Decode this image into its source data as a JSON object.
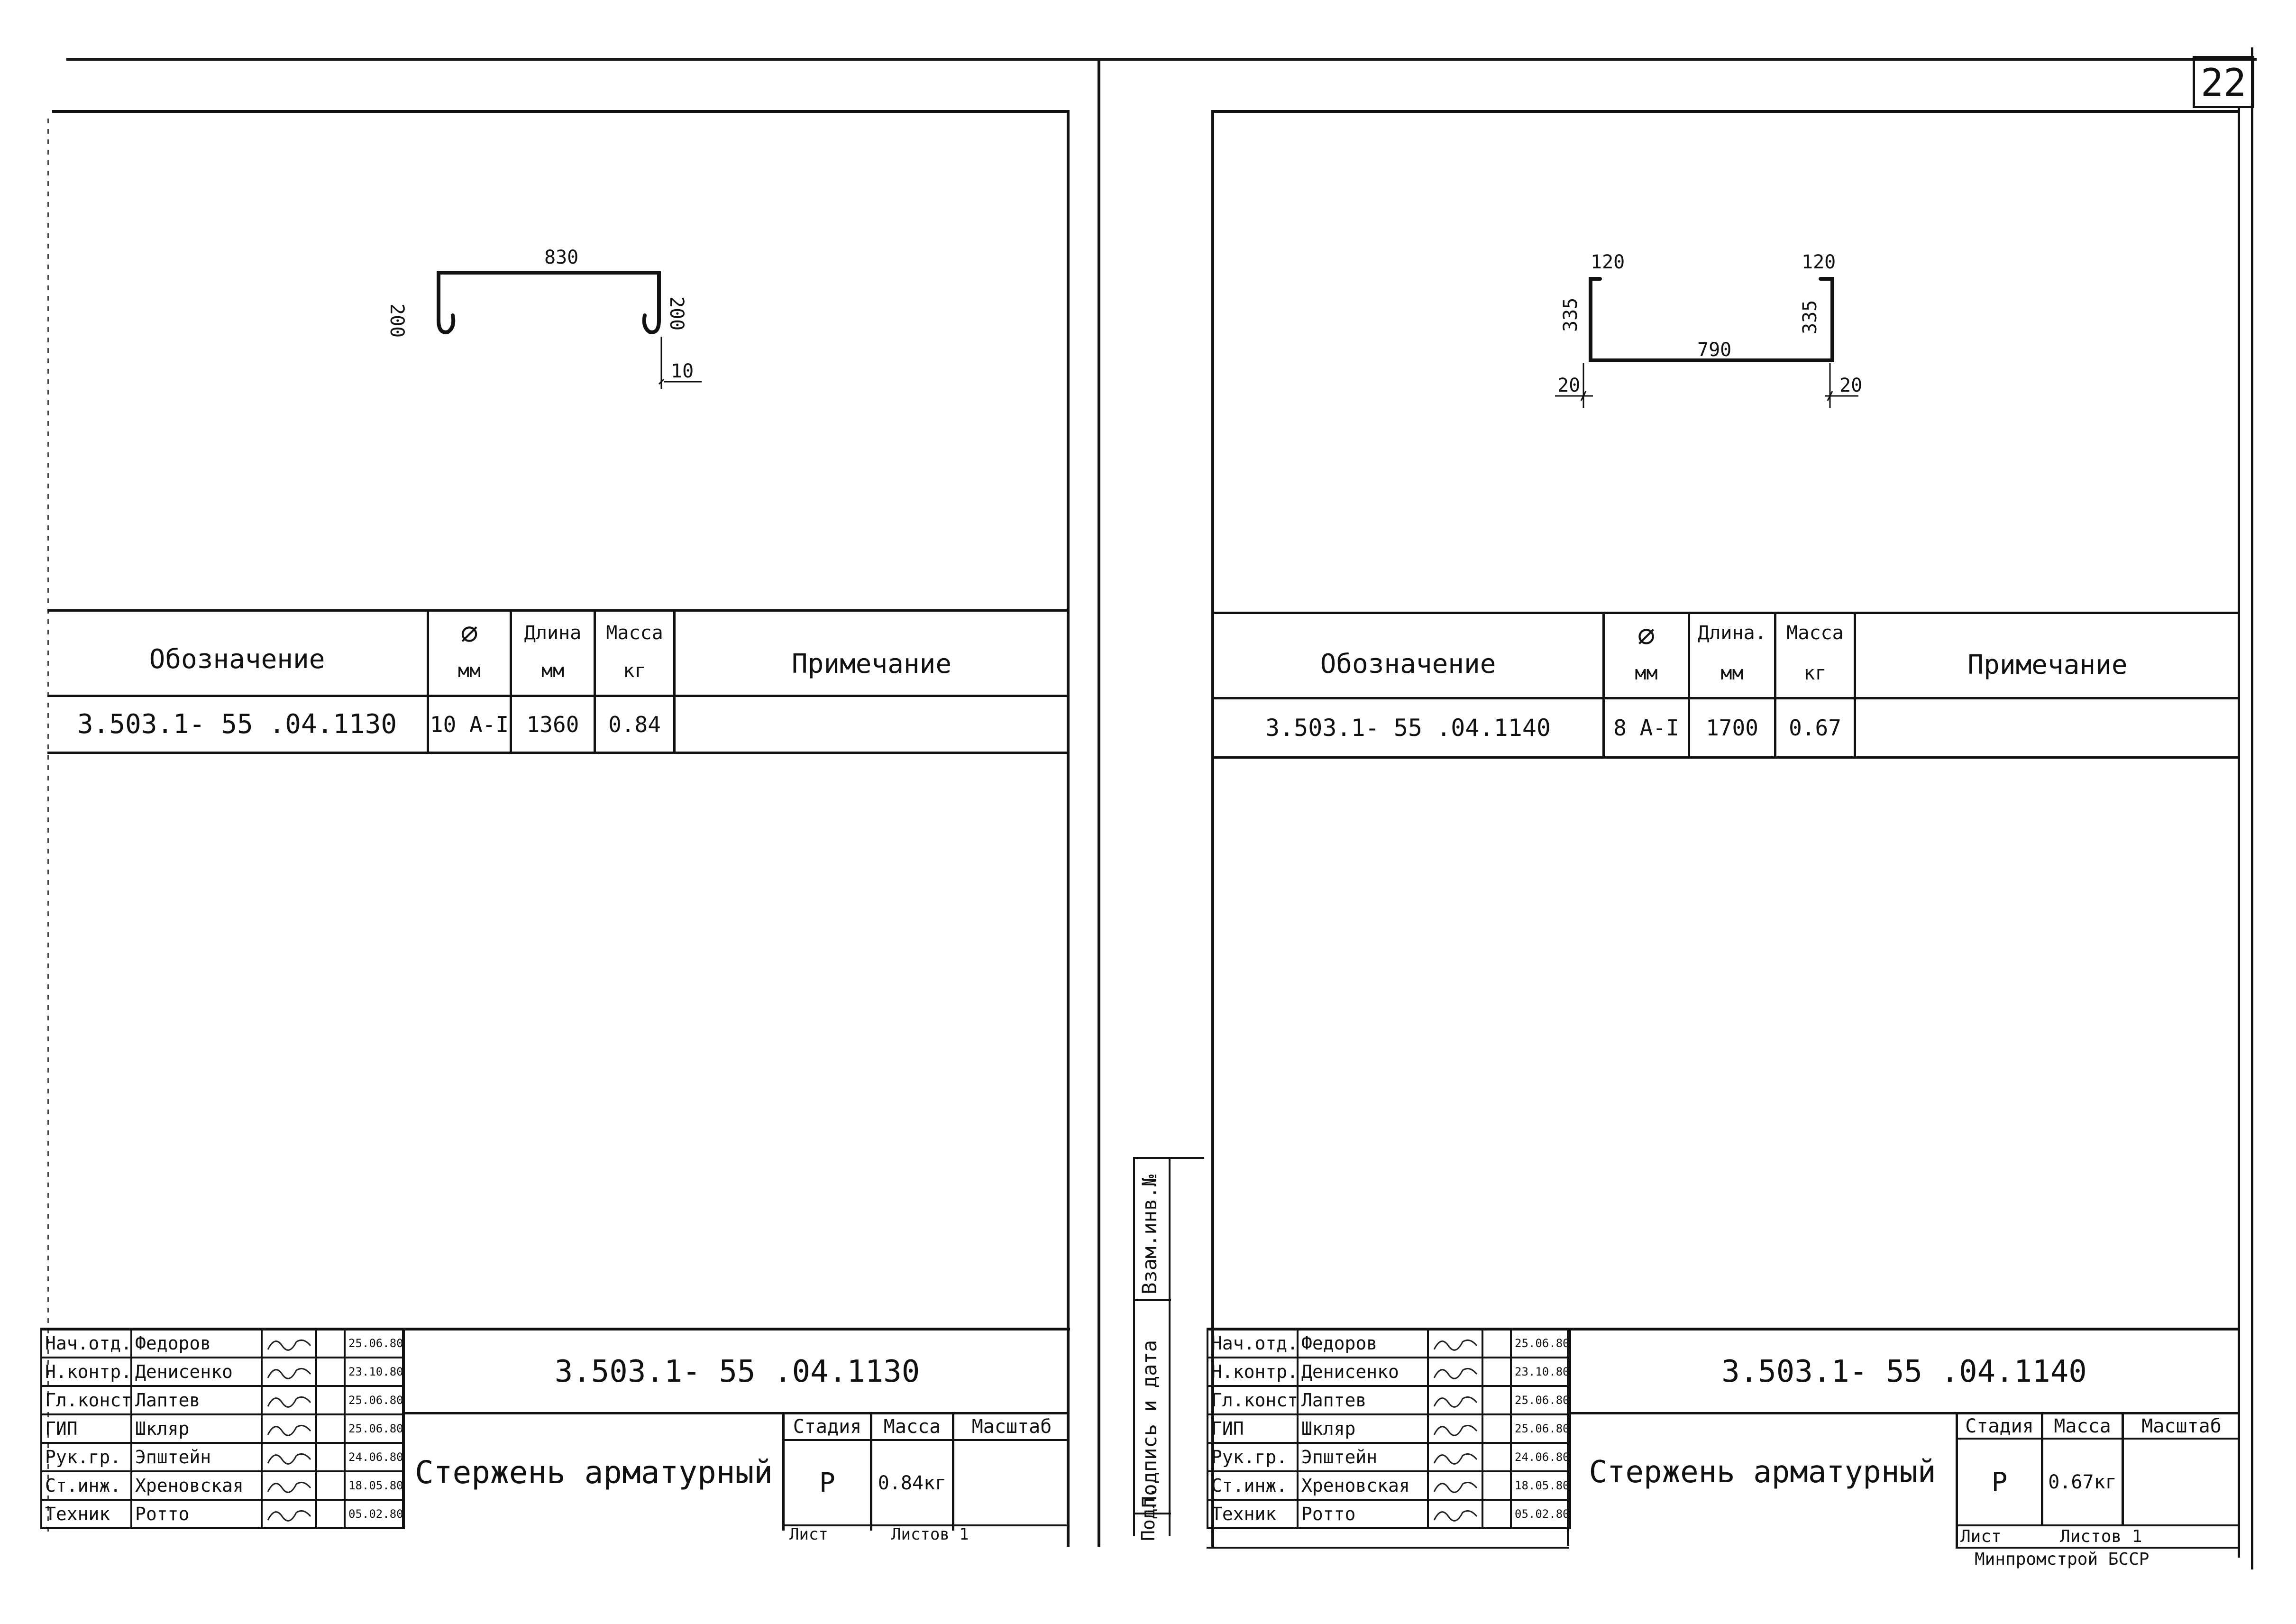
{
  "page_number": "22",
  "side_stamp": {
    "zam_inv": "Взам.инв.№",
    "podpis": "Подпись и дата",
    "podl": "Подл."
  },
  "sheets": [
    {
      "sketch": {
        "top": "830",
        "left": "200",
        "right": "200",
        "hook": "10"
      },
      "spec": {
        "headers": {
          "designation": "Обозначение",
          "dia_top": "⌀",
          "dia_unit": "мм",
          "len_top": "Длина",
          "len_unit": "мм",
          "mass_top": "Масса",
          "mass_unit": "кг",
          "note": "Примечание"
        },
        "row": {
          "designation": "3.503.1- 55 .04.1130",
          "dia": "10 А-I",
          "len": "1360",
          "mass": "0.84",
          "note": ""
        }
      },
      "title_block": {
        "doc_code": "3.503.1- 55 .04.1130",
        "name": "Стержень арматурный",
        "stage_h": "Стадия",
        "mass_h": "Масса",
        "scale_h": "Масштаб",
        "stage": "Р",
        "mass": "0.84кг",
        "scale": "",
        "sheet_h": "Лист",
        "sheets_h": "Листов 1",
        "people": [
          {
            "role": "Нач.отд.",
            "name": "Федоров",
            "date": "25.06.80"
          },
          {
            "role": "Н.контр.",
            "name": "Денисенко",
            "date": "23.10.80"
          },
          {
            "role": "Гл.констр.",
            "name": "Лаптев",
            "date": "25.06.80"
          },
          {
            "role": "ГИП",
            "name": "Шкляр",
            "date": "25.06.80"
          },
          {
            "role": "Рук.гр.",
            "name": "Эпштейн",
            "date": "24.06.80"
          },
          {
            "role": "Ст.инж.",
            "name": "Хреновская",
            "date": "18.05.80"
          },
          {
            "role": "Техник",
            "name": "Ротто",
            "date": "05.02.80"
          }
        ]
      }
    },
    {
      "sketch": {
        "top_left": "120",
        "top_right": "120",
        "left": "335",
        "right": "335",
        "bottom": "790",
        "hook_left": "20",
        "hook_right": "20"
      },
      "spec": {
        "headers": {
          "designation": "Обозначение",
          "dia_top": "⌀",
          "dia_unit": "мм",
          "len_top": "Длина.",
          "len_unit": "мм",
          "mass_top": "Масса",
          "mass_unit": "кг",
          "note": "Примечание"
        },
        "row": {
          "designation": "3.503.1- 55 .04.1140",
          "dia": "8 А-I",
          "len": "1700",
          "mass": "0.67",
          "note": ""
        }
      },
      "title_block": {
        "doc_code": "3.503.1- 55 .04.1140",
        "name": "Стержень арматурный",
        "stage_h": "Стадия",
        "mass_h": "Масса",
        "scale_h": "Масштаб",
        "stage": "Р",
        "mass": "0.67кг",
        "scale": "",
        "sheet_h": "Лист",
        "sheets_h": "Листов 1",
        "org": "Минпромстрой БССР",
        "people": [
          {
            "role": "Нач.отд.",
            "name": "Федоров",
            "date": "25.06.80"
          },
          {
            "role": "Н.контр.",
            "name": "Денисенко",
            "date": "23.10.80"
          },
          {
            "role": "Гл.констр.",
            "name": "Лаптев",
            "date": "25.06.80"
          },
          {
            "role": "ГИП",
            "name": "Шкляр",
            "date": "25.06.80"
          },
          {
            "role": "Рук.гр.",
            "name": "Эпштейн",
            "date": "24.06.80"
          },
          {
            "role": "Ст.инж.",
            "name": "Хреновская",
            "date": "18.05.80"
          },
          {
            "role": "Техник",
            "name": "Ротто",
            "date": "05.02.80"
          }
        ]
      }
    }
  ]
}
